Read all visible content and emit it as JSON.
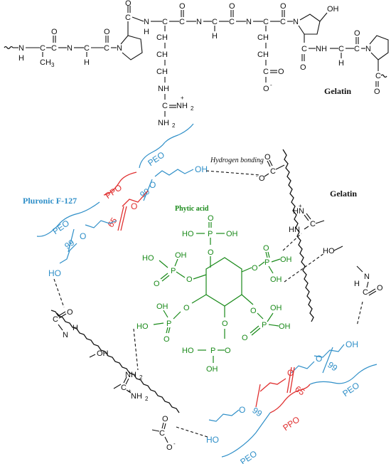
{
  "labels": {
    "gelatin_top": "Gelatin",
    "gelatin_side": "Gelatin",
    "pluronic": "Pluronic F-127",
    "phytic": "Phytic acid",
    "hbond": "Hydrogen bonding",
    "peo": "PEO",
    "ppo": "PPO",
    "n99": "99",
    "n65": "65"
  },
  "atoms": {
    "N": "N",
    "H": "H",
    "O": "O",
    "C": "C",
    "P": "P",
    "OH": "OH",
    "HO": "HO",
    "CH3": "CH",
    "sub3": "3",
    "NH": "NH",
    "NH2": "NH",
    "H2N": "H",
    "sub2": "2",
    "HN": "HN",
    "plus": "+",
    "minus": "-"
  },
  "colors": {
    "blue": "#2f8fc8",
    "red": "#e03030",
    "green": "#1a8a1a",
    "black": "#111111"
  }
}
